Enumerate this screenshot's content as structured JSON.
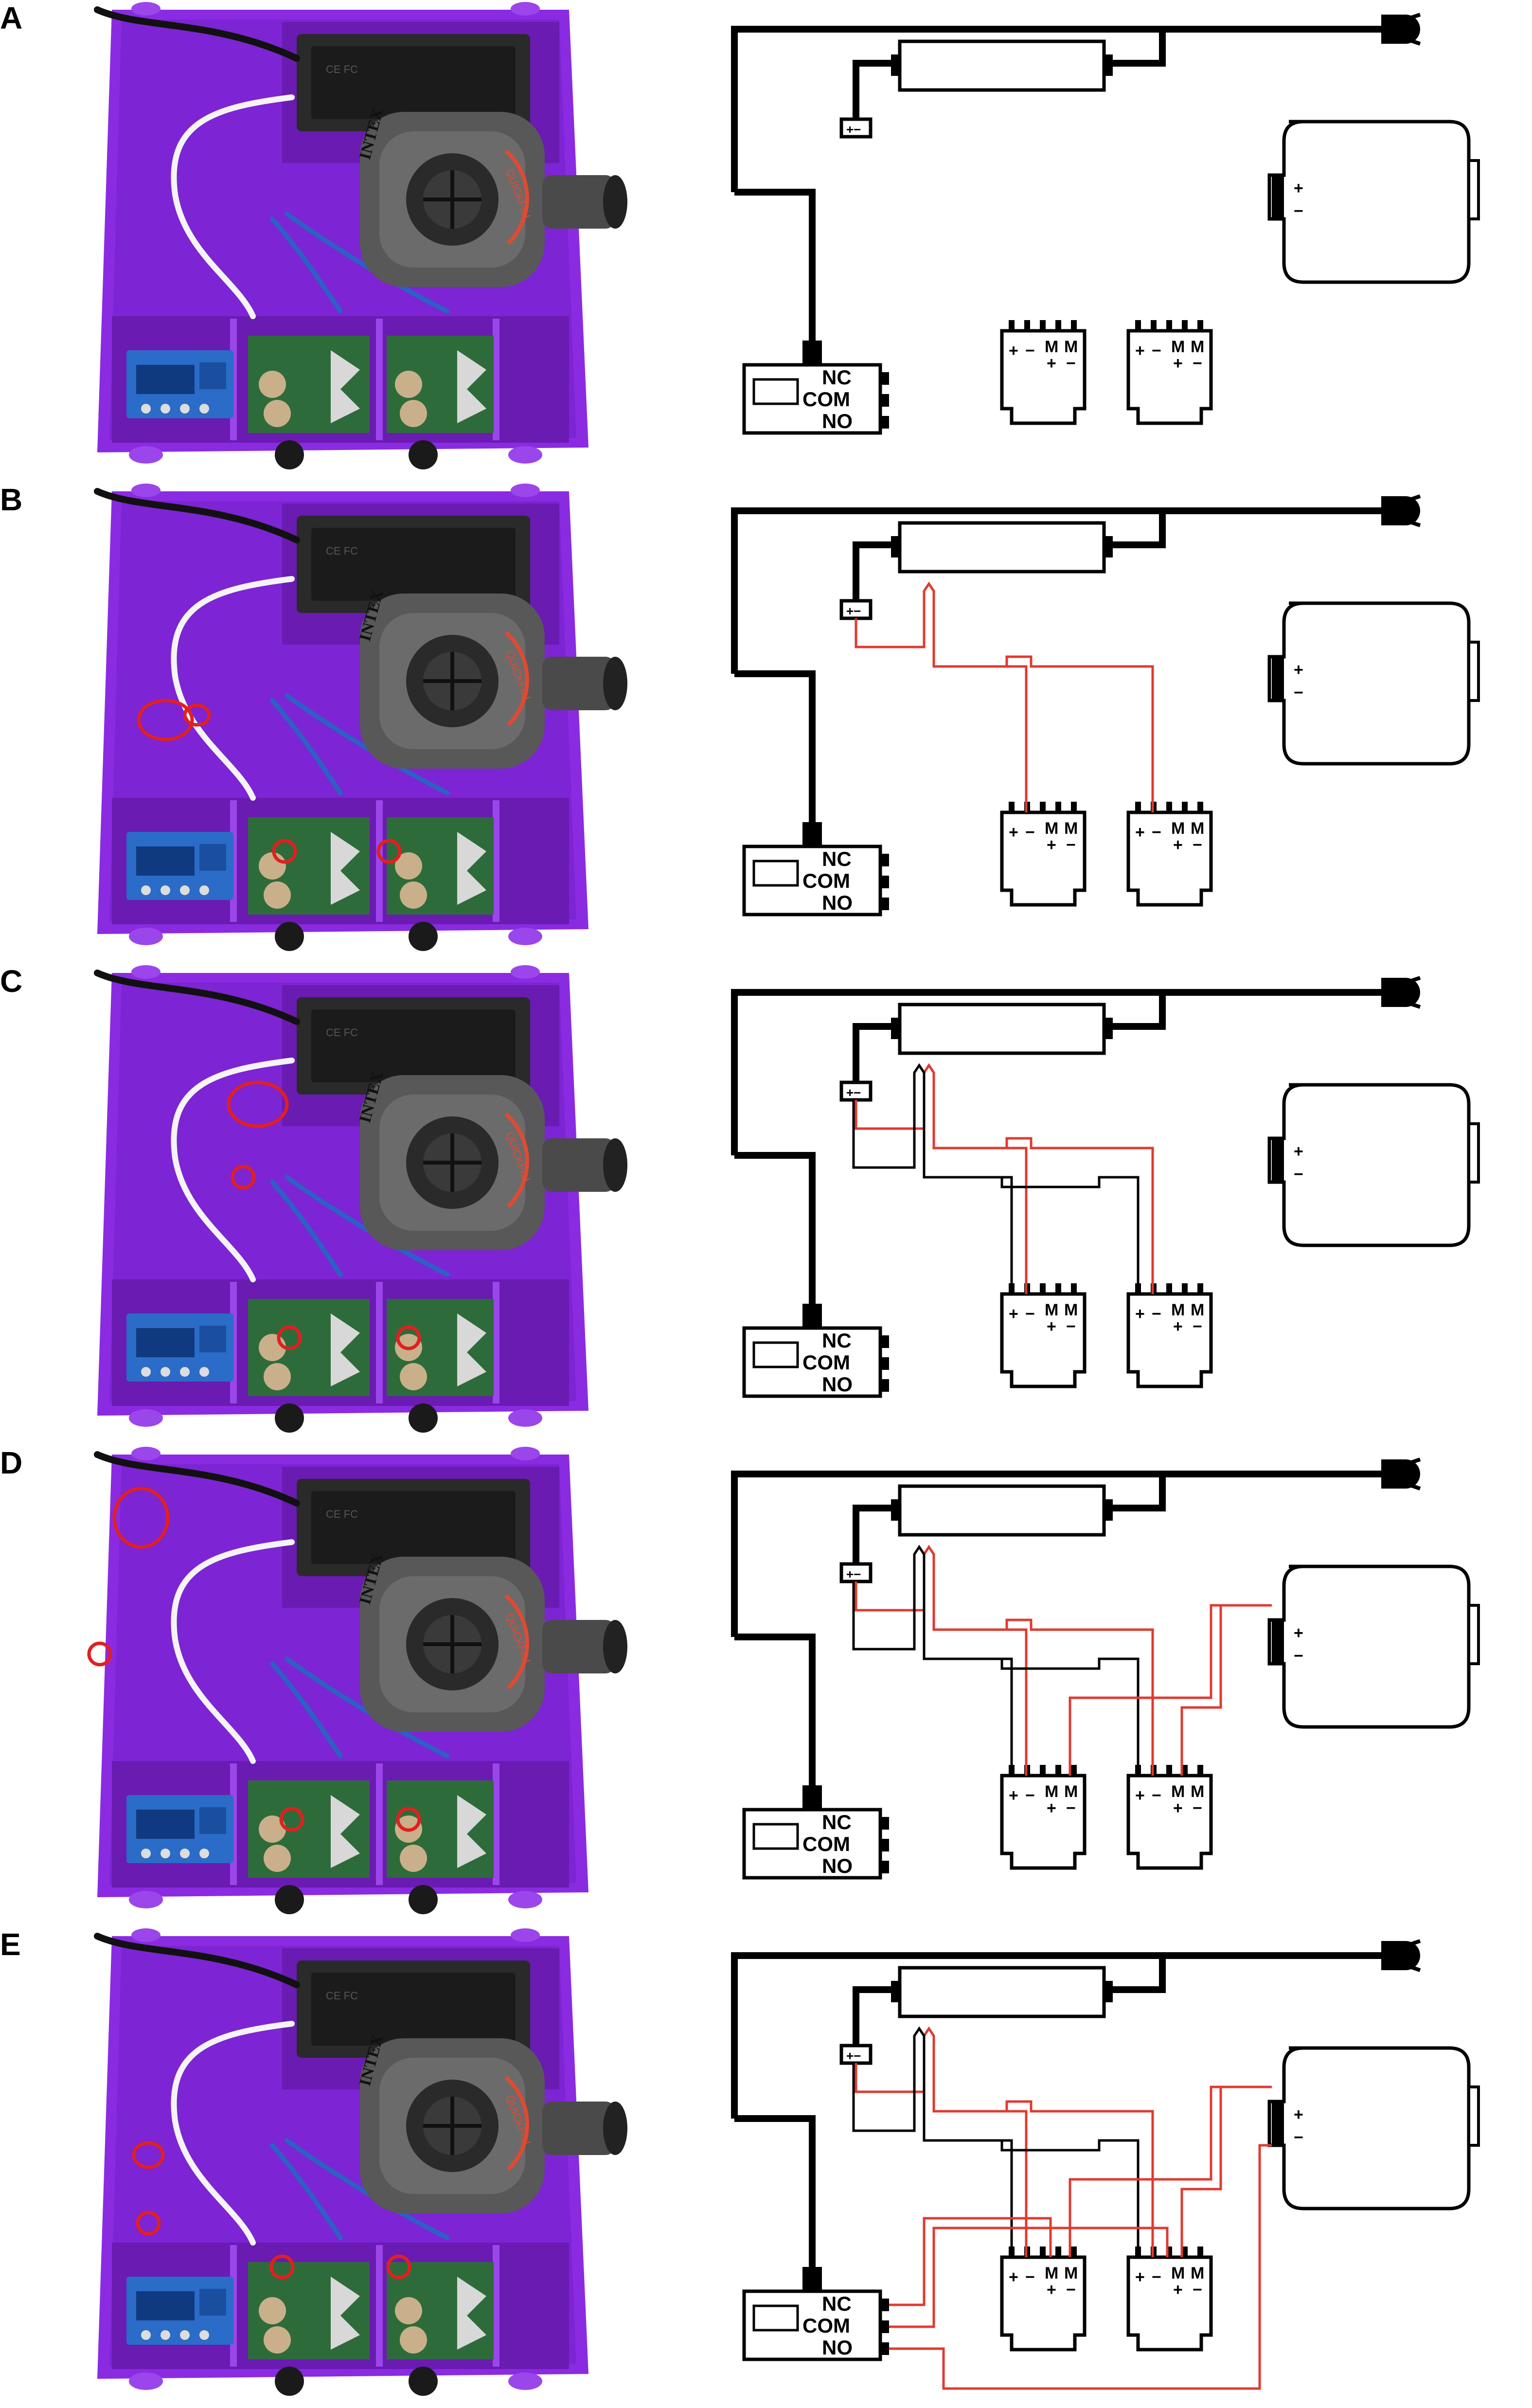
{
  "panels": [
    {
      "letter": "A",
      "pump_brand": "INTEX",
      "pump_model": "QUICKFILL",
      "relay_labels": [
        "NC",
        "COM",
        "NO"
      ]
    },
    {
      "letter": "B",
      "pump_brand": "INTEX",
      "pump_model": "QUICKFILL",
      "relay_labels": [
        "NC",
        "COM",
        "NO"
      ]
    },
    {
      "letter": "C",
      "pump_brand": "INTEX",
      "pump_model": "QUICKFILL",
      "relay_labels": [
        "NC",
        "COM",
        "NO"
      ]
    },
    {
      "letter": "D",
      "pump_brand": "INTEX",
      "pump_model": "QUICKFILL",
      "relay_labels": [
        "NC",
        "COM",
        "NO"
      ]
    },
    {
      "letter": "E",
      "pump_brand": "INTEX",
      "pump_model": "QUICKFILL",
      "relay_labels": [
        "NC",
        "COM",
        "NO"
      ]
    }
  ],
  "symbols": {
    "plus": "+",
    "minus": "−",
    "motor_plus": "M+",
    "motor_minus": "M−"
  },
  "colors": {
    "enclosure": "#8a2be2",
    "enclosure_dark": "#6a1bb2",
    "wire_black": "#000000",
    "wire_red": "#e03a2f",
    "highlight_circle": "#e02020",
    "pump_body": "#585858",
    "board_green": "#2e6b3a",
    "display_blue": "#2a6cc7",
    "connector_orange": "#f07a2a",
    "connector_yellow": "#f2d21a",
    "cable_blue": "#2d5fc4"
  }
}
